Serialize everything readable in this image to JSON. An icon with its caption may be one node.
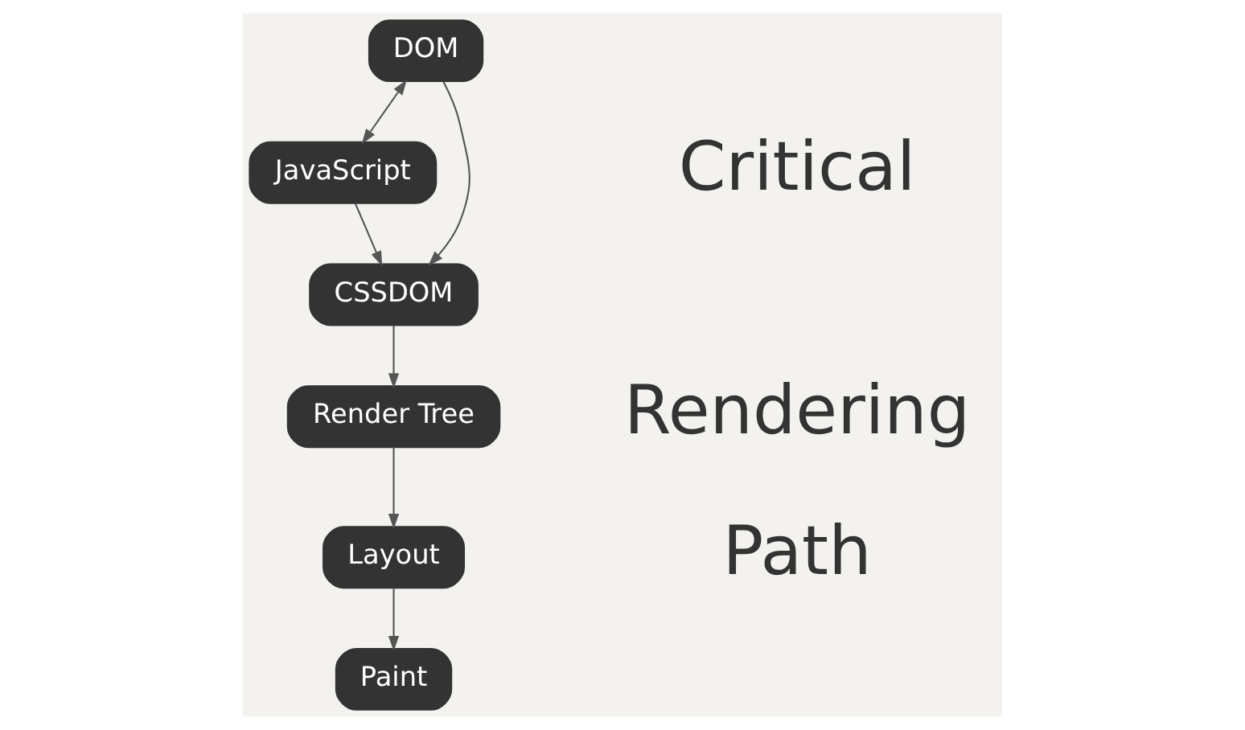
{
  "diagram": {
    "nodes": [
      {
        "text": [
          "DOM"
        ]
      },
      {
        "text": [
          "JavaScript"
        ]
      },
      {
        "text": [
          "CSSDOM"
        ]
      },
      {
        "text": [
          "Render Tree"
        ]
      },
      {
        "text": [
          "Layout"
        ]
      },
      {
        "text": [
          "Paint"
        ]
      }
    ],
    "edges": [
      {
        "from": 0,
        "to": 1,
        "arrow": "both"
      },
      {
        "from": 0,
        "to": 2,
        "arrow": "to"
      },
      {
        "from": 1,
        "to": 2,
        "arrow": "to"
      },
      {
        "from": 2,
        "to": 3,
        "arrow": "to"
      },
      {
        "from": 3,
        "to": 4,
        "arrow": "to"
      },
      {
        "from": 4,
        "to": 5,
        "arrow": "to"
      }
    ],
    "labels": [
      "Critical",
      "Rendering",
      "Path"
    ]
  }
}
